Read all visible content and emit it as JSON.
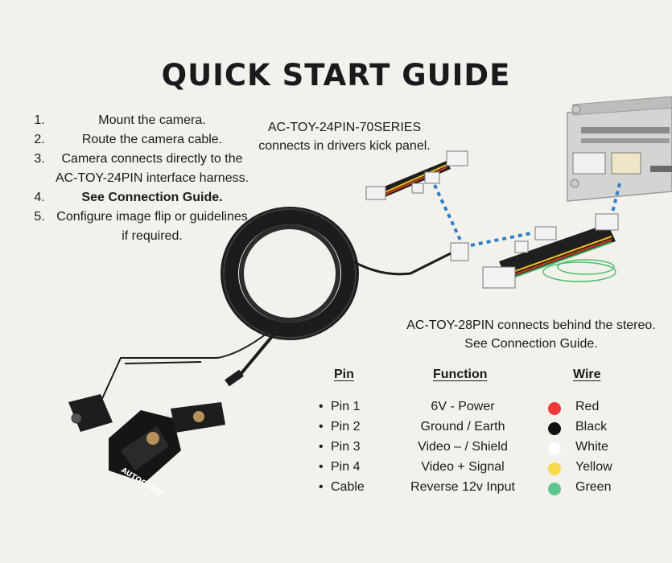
{
  "title": "QUICK START GUIDE",
  "steps": [
    {
      "num": "1.",
      "text": "Mount the camera.",
      "bold": false
    },
    {
      "num": "2.",
      "text": "Route the camera cable.",
      "bold": false
    },
    {
      "num": "3.",
      "text": "Camera connects directly to the AC-TOY-24PIN interface harness.",
      "bold": false
    },
    {
      "num": "4.",
      "text": "See Connection Guide.",
      "bold": true
    },
    {
      "num": "5.",
      "text": "Configure image flip or guidelines if required.",
      "bold": false
    }
  ],
  "labels": {
    "harness24": "AC-TOY-24PIN-70SERIES connects in drivers kick panel.",
    "harness28": "AC-TOY-28PIN connects behind the stereo. See Connection Guide."
  },
  "camera_brand": "AUTOCHIMP",
  "table": {
    "headers": {
      "pin": "Pin",
      "function": "Function",
      "wire": "Wire"
    },
    "rows": [
      {
        "pin": "Pin 1",
        "function": "6V - Power",
        "wire": "Red",
        "color": "#f03a3a"
      },
      {
        "pin": "Pin 2",
        "function": "Ground / Earth",
        "wire": "Black",
        "color": "#111111"
      },
      {
        "pin": "Pin 3",
        "function": "Video – / Shield",
        "wire": "White",
        "color": "#ffffff"
      },
      {
        "pin": "Pin 4",
        "function": "Video + Signal",
        "wire": "Yellow",
        "color": "#f7d84a"
      },
      {
        "pin": "Cable",
        "function": "Reverse 12v Input",
        "wire": "Green",
        "color": "#5cc78d"
      }
    ]
  }
}
